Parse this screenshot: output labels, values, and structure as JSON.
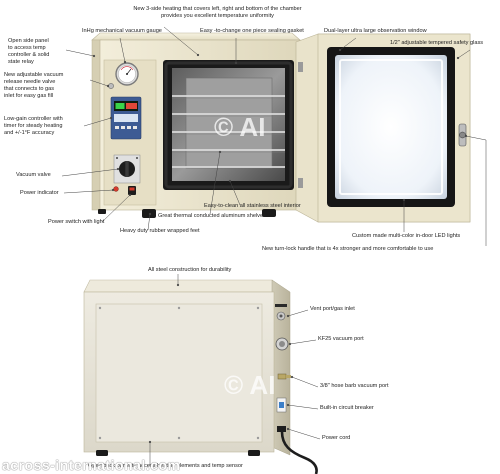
{
  "colors": {
    "cabinet": "#ece6cf",
    "cabinet_shadow": "#c9c2a6",
    "door_frame": "#1d1d1d",
    "chamber_glow": "#f4f7fb",
    "rear_panel": "#e9e6da",
    "control_panel": "#3d5b94",
    "leader_line": "#444444",
    "watermark": "#ffffff",
    "footer_text": "#2b8a3e"
  },
  "front_view": {
    "callouts": {
      "side_heating": "New  3-side heating that covers left, right and bottom of the chamber\nprovides you excellent temperature uniformity",
      "vacuum_gauge": "InHg mechanical vacuum gauge",
      "sealing_gasket": "Easy -to-change one piece sealing gasket",
      "observation_window": "Dual-layer ultra large observation window",
      "safety_glass": "1/2\"  adjustable tempered safety glass",
      "side_panel": "Open side panel\nto access temp\ncontroller & solid\nstate relay",
      "needle_valve": "New adjustable vacuum\nrelease needle valve\nthat connects to gas\ninlet for easy gas fill",
      "controller": "Low-gain controller with\ntimer for steady heating\nand +/-1°F accuracy",
      "vacuum_valve": "Vacuum valve",
      "power_indicator": "Power indicator",
      "power_switch": "Power switch with light",
      "feet": "Heavy duty rubber wrapped feet",
      "interior": "Easy-to-clean all stainless steel interior",
      "shelves": "Great thermal conducted aluminum shelves",
      "led_lights": "Custom made multi-color in-door LED lights",
      "turn_lock": "New turn-lock handle that is 4x stronger and more comfortable to use"
    },
    "watermark": "© AI"
  },
  "rear_view": {
    "callouts": {
      "steel_construction": "All steel construction for durability",
      "vent_port": "Vent port/gas inlet",
      "kf25_port": "KF25 vacuum port",
      "hose_barb": "3/8\" hose barb vacuum port",
      "breaker": "Built-in circuit breaker",
      "power_cord": "Power cord",
      "back_panel": "Open back panel to access heating elements and temp sensor"
    },
    "watermark": "© AI"
  },
  "footer": {
    "brand_url": "across-international.com"
  }
}
